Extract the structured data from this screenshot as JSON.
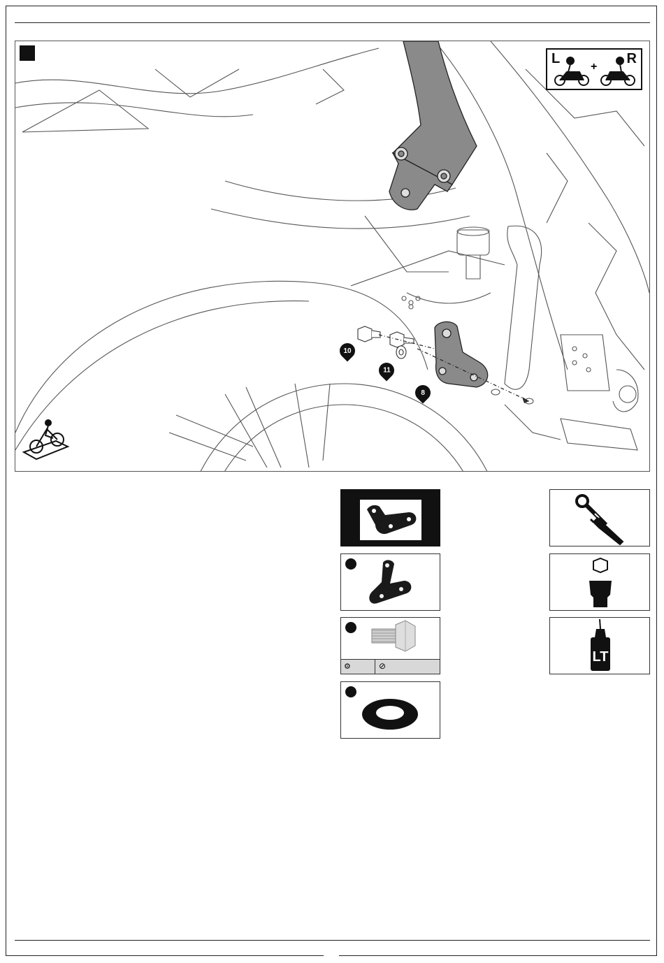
{
  "badge": {
    "left": "L",
    "right": "R",
    "plus": "+"
  },
  "callouts": {
    "bolt": "10",
    "washer": "11",
    "bracket": "8"
  },
  "colors": {
    "ink": "#111111",
    "part_gray": "#8a8a8a",
    "spec_bar": "#d8d8d8"
  },
  "icons": {
    "step_marker": "step-number-square",
    "badge": "left-plus-right-motorcycle-icon",
    "stand": "motorcycle-on-stand-icon",
    "tool_1": "ratchet-and-screwdriver-icon",
    "tool_2": "hex-socket-icon",
    "tool_3": "threadlocker-bottle-icon",
    "spec_1": "threadlocker-icon",
    "spec_2": "torque-icon"
  },
  "tool_labels": {
    "threadlocker": "LT"
  }
}
